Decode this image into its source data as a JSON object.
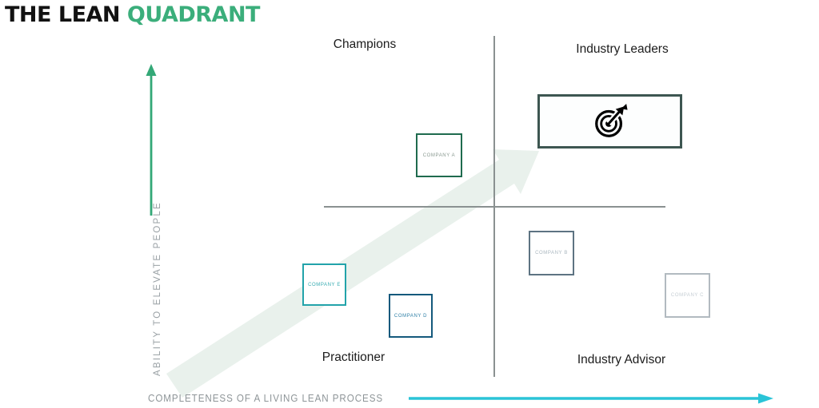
{
  "title": {
    "part1": "THE LEAN ",
    "part2": "QUADRANT"
  },
  "axes": {
    "y": {
      "label": "ABILITY TO ELEVATE PEOPLE",
      "arrow_color": "#33a877",
      "direction": "up"
    },
    "x": {
      "label": "COMPLETENESS OF A LIVING LEAN PROCESS",
      "arrow_color": "#2ac4d7",
      "direction": "right"
    }
  },
  "quadrants": [
    {
      "position": "top-left",
      "label": "Champions"
    },
    {
      "position": "top-right",
      "label": "Industry Leaders"
    },
    {
      "position": "bottom-left",
      "label": "Practitioner"
    },
    {
      "position": "bottom-right",
      "label": "Industry Advisor"
    }
  ],
  "target": {
    "icon": "bullseye-arrow-icon",
    "quadrant": "top-right"
  },
  "companies": [
    {
      "label": "COMPANY A",
      "quadrant": "top-left",
      "border_color": "#1f6b4e"
    },
    {
      "label": "COMPANY B",
      "quadrant": "bottom-right",
      "border_color": "#5d7382"
    },
    {
      "label": "COMPANY C",
      "quadrant": "bottom-right",
      "border_color": "#b2bac0"
    },
    {
      "label": "COMPANY D",
      "quadrant": "bottom-left",
      "border_color": "#14597c"
    },
    {
      "label": "COMPANY E",
      "quadrant": "bottom-left",
      "border_color": "#22a3aa"
    }
  ],
  "trend_arrow": {
    "direction": "up-right",
    "color": "#e9f1ec"
  },
  "colors": {
    "title_accent": "#3bae7b",
    "quadrant_lines": "#8a9191",
    "axis_label_text": "#98a0a4",
    "target_box_border": "#3d5651"
  }
}
